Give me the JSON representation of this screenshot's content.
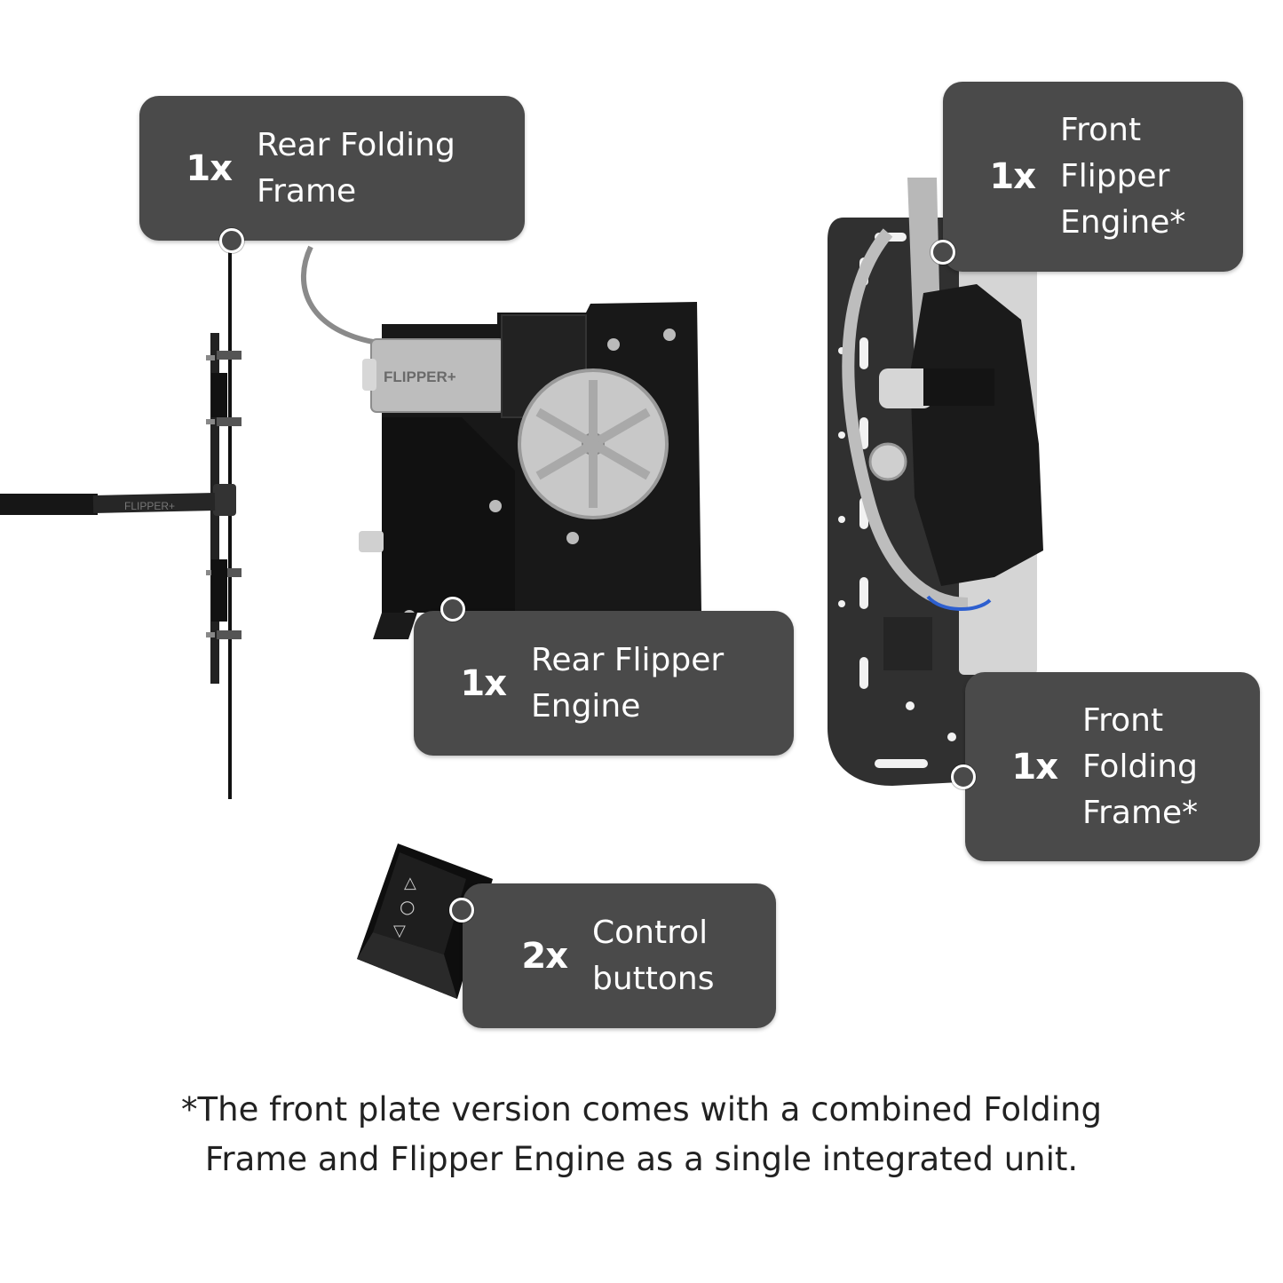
{
  "labels": {
    "rear_folding_frame": {
      "qty": "1x",
      "lines": [
        "Rear Folding",
        "Frame"
      ]
    },
    "rear_flipper_engine": {
      "qty": "1x",
      "lines": [
        "Rear Flipper",
        "Engine"
      ]
    },
    "front_flipper_engine": {
      "qty": "1x",
      "lines": [
        "Front",
        "Flipper",
        "Engine*"
      ]
    },
    "front_folding_frame": {
      "qty": "1x",
      "lines": [
        "Front",
        "Folding",
        "Frame*"
      ]
    },
    "control_buttons": {
      "qty": "2x",
      "lines": [
        "Control",
        "buttons"
      ]
    }
  },
  "product": {
    "engine_brand": "FLIPPER+",
    "cable_brand": "FLIPPER+"
  },
  "footnote": {
    "line1": "*The front plate version comes with a combined Folding",
    "line2": "Frame and Flipper Engine as a single integrated unit."
  },
  "colors": {
    "label_bg": "#4a4a4a",
    "label_text": "#ffffff",
    "metal_dark": "#1c1c1c",
    "metal_silver": "#c9c9c9",
    "footnote_text": "#222222"
  }
}
